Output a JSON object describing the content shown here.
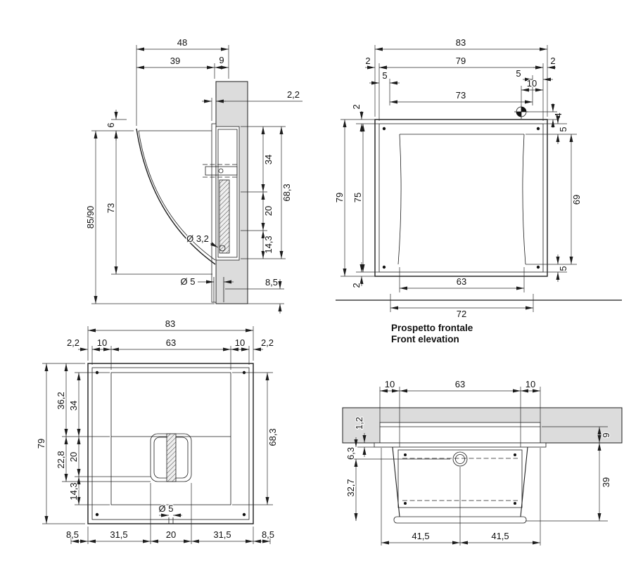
{
  "cap": {
    "it": "Prospetto frontale",
    "en": "Front elevation"
  },
  "sv": {
    "d48": "48",
    "d39": "39",
    "d9": "9",
    "d2_2": "2,2",
    "d6": "6",
    "d85_90": "85/90",
    "d73": "73",
    "d34": "34",
    "d68_3": "68,3",
    "d20": "20",
    "d14_3": "14,3",
    "dia3_2": "Ø 3,2",
    "dia5": "Ø 5",
    "d8_5": "8,5"
  },
  "fv": {
    "d83": "83",
    "d2_lt": "2",
    "d79_h": "79",
    "d5_l": "5",
    "d5_r": "5",
    "d2_tr": "2",
    "d73": "73",
    "d10": "10",
    "d4": "4",
    "d2_l": "2",
    "d79_v": "79",
    "d75": "75",
    "d5_rt": "5",
    "d69": "69",
    "d5_rb": "5",
    "d2_bl": "2",
    "d63": "63",
    "d72": "72"
  },
  "bv": {
    "d83": "83",
    "d2_2l": "2,2",
    "d10l": "10",
    "d63": "63",
    "d10r": "10",
    "d2_2r": "2,2",
    "d36_2": "36,2",
    "d34": "34",
    "d79": "79",
    "d20": "20",
    "d22_8": "22,8",
    "d14_3": "14,3",
    "d68_3": "68,3",
    "dia5": "Ø 5",
    "d8_5l": "8,5",
    "d31_5l": "31,5",
    "d20b": "20",
    "d31_5r": "31,5",
    "d8_5r": "8,5"
  },
  "uv": {
    "d10l": "10",
    "d63": "63",
    "d10r": "10",
    "d1_2": "1,2",
    "d6_3": "6,3",
    "d9": "9",
    "d32_7": "32,7",
    "d39": "39",
    "d41_5l": "41,5",
    "d41_5r": "41,5"
  }
}
